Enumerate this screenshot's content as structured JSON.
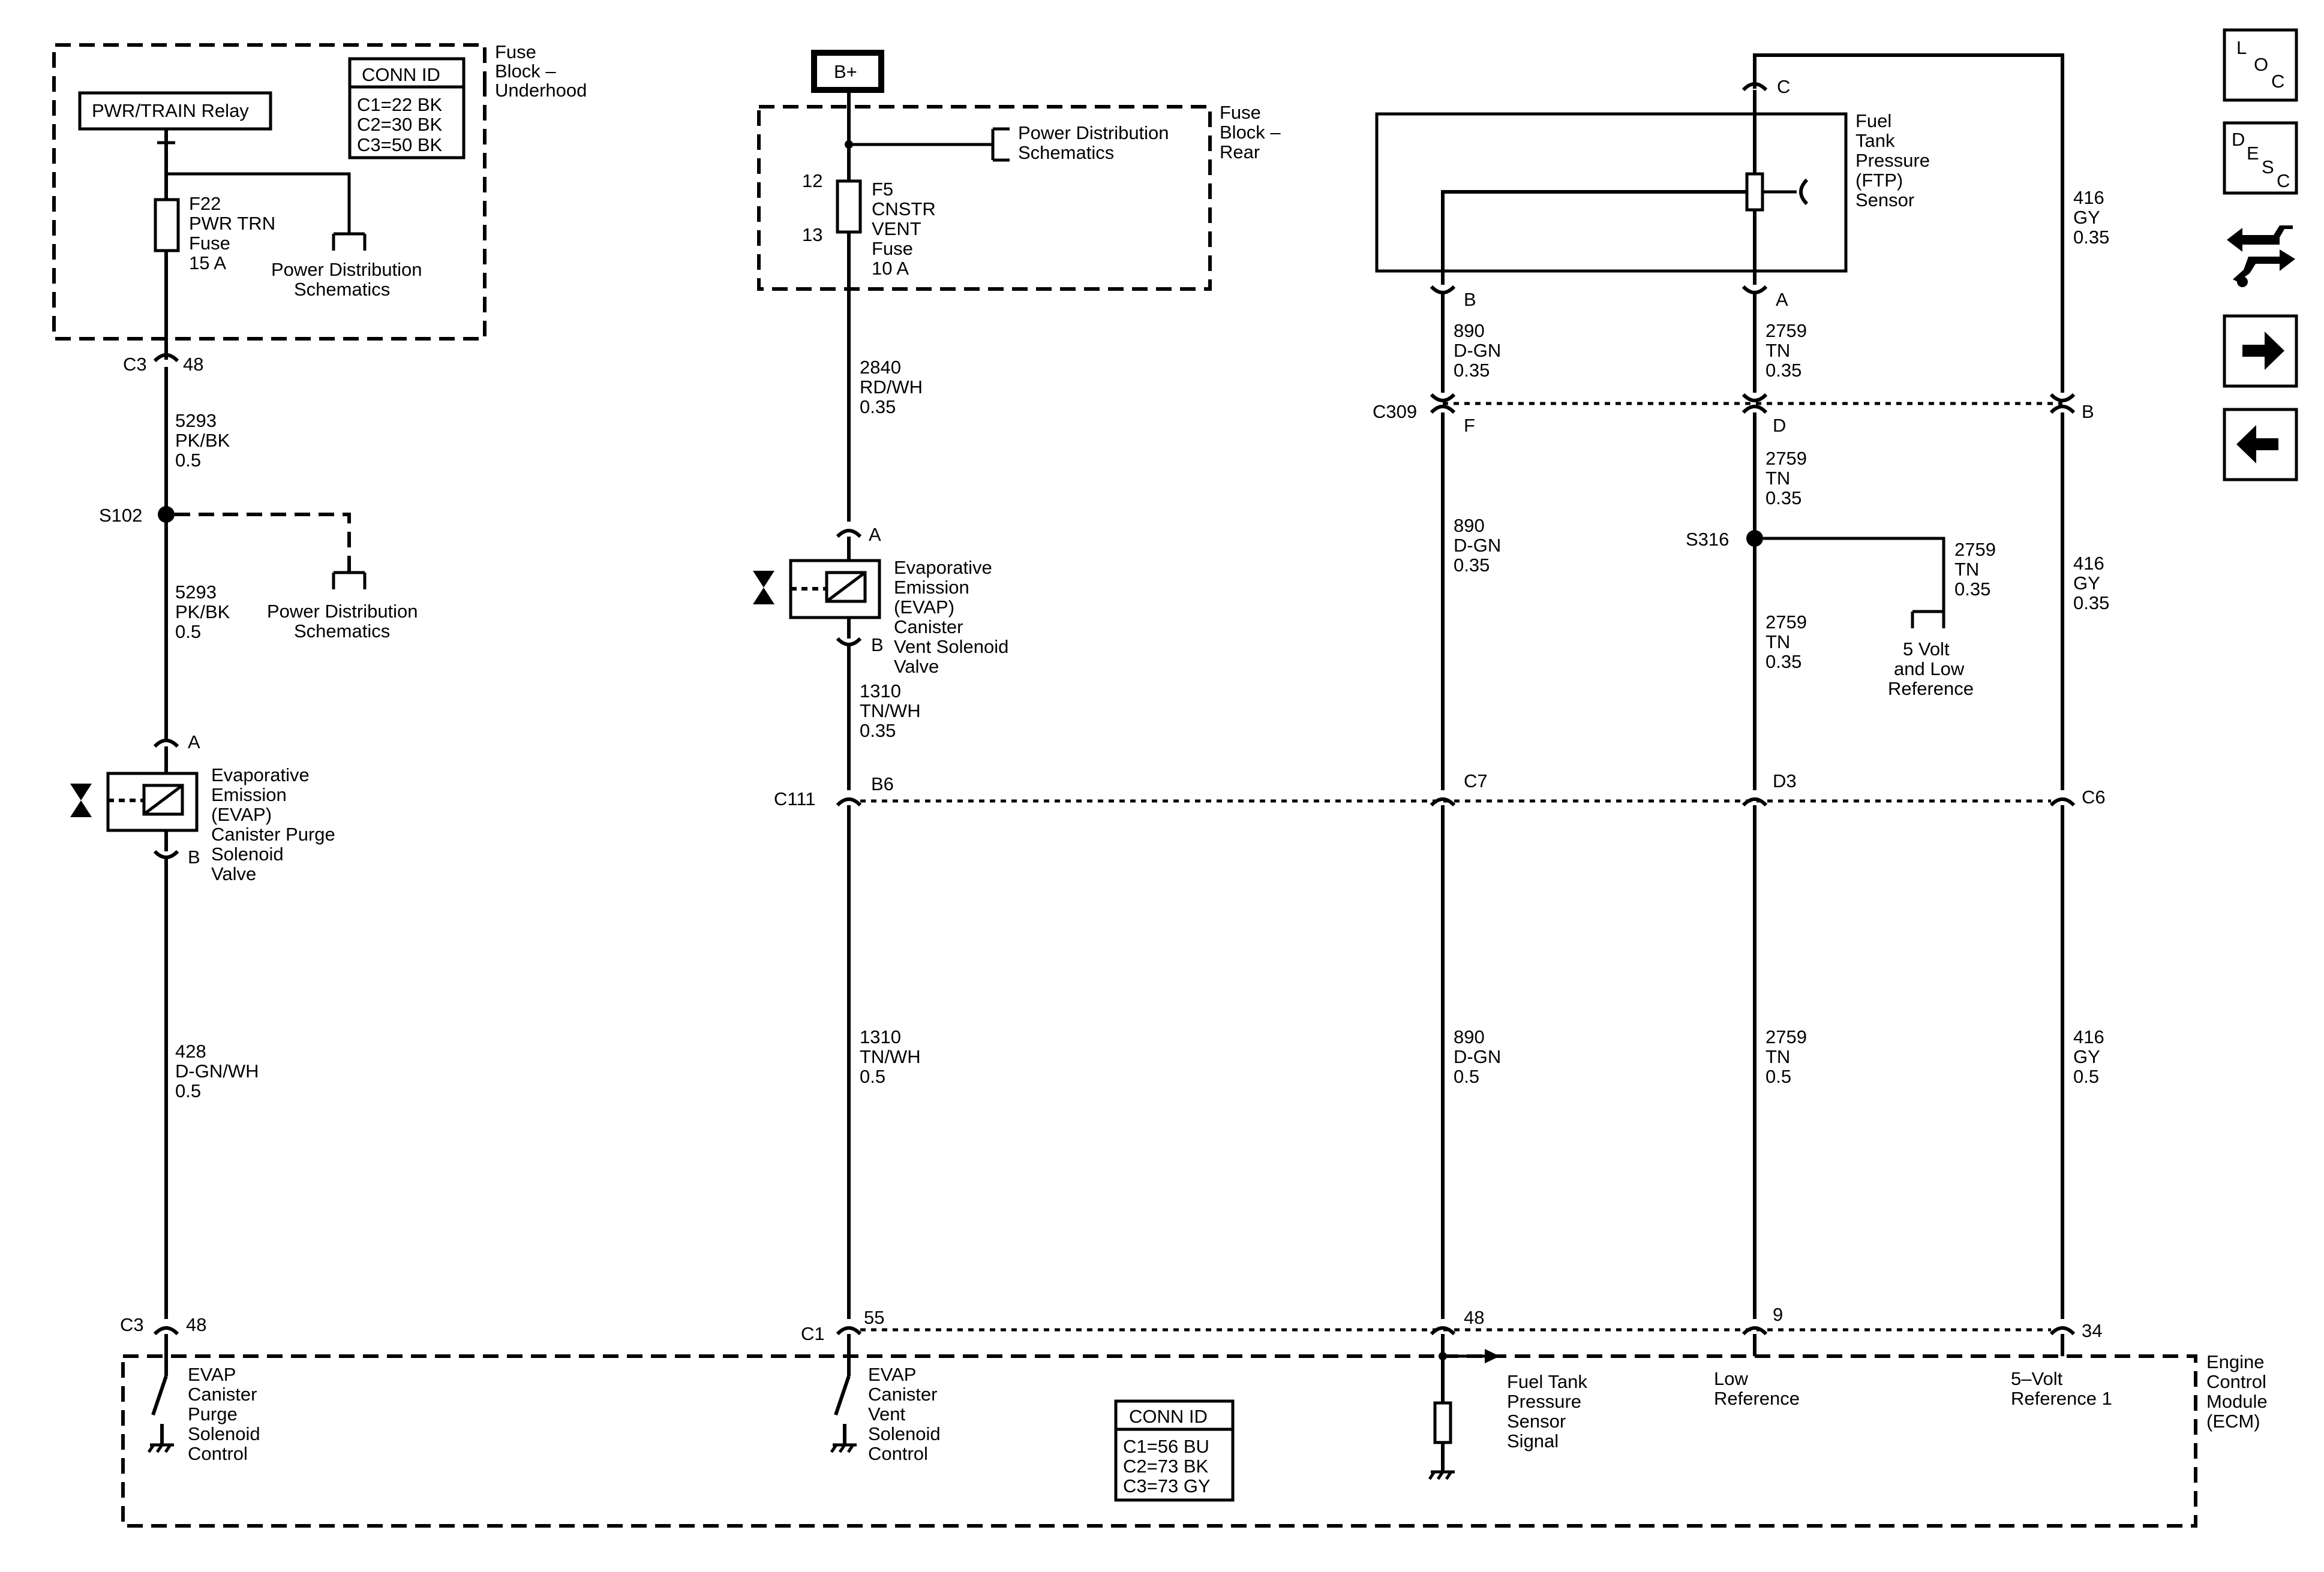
{
  "fuse_block_underhood": {
    "title": [
      "Fuse",
      "Block –",
      "Underhood"
    ],
    "relay": "PWR/TRAIN Relay",
    "fuse": [
      "F22",
      "PWR TRN",
      "Fuse",
      "15 A"
    ],
    "power_dist": [
      "Power Distribution",
      "Schematics"
    ],
    "conn_id": {
      "title": "CONN ID",
      "rows": [
        "C1=22 BK",
        "C2=30 BK",
        "C3=50 BK"
      ]
    }
  },
  "fuse_block_rear": {
    "title": [
      "Fuse",
      "Block –",
      "Rear"
    ],
    "battery": "B+",
    "power_dist": [
      "Power Distribution",
      "Schematics"
    ],
    "pin_top": "12",
    "pin_bottom": "13",
    "fuse": [
      "F5",
      "CNSTR",
      "VENT",
      "Fuse",
      "10 A"
    ]
  },
  "purge_circuit": {
    "c3_top": {
      "conn": "C3",
      "pin": "48"
    },
    "wire1": [
      "5293",
      "PK/BK",
      "0.5"
    ],
    "splice": "S102",
    "splice_power_dist": [
      "Power Distribution",
      "Schematics"
    ],
    "wire2": [
      "5293",
      "PK/BK",
      "0.5"
    ],
    "pin_a": "A",
    "pin_b": "B",
    "valve": [
      "Evaporative",
      "Emission",
      "(EVAP)",
      "Canister Purge",
      "Solenoid",
      "Valve"
    ],
    "wire3": [
      "428",
      "D-GN/WH",
      "0.5"
    ],
    "c3_bottom": {
      "conn": "C3",
      "pin": "48"
    },
    "ecm_label": [
      "EVAP",
      "Canister",
      "Purge",
      "Solenoid",
      "Control"
    ]
  },
  "vent_circuit": {
    "wire1": [
      "2840",
      "RD/WH",
      "0.35"
    ],
    "pin_a": "A",
    "pin_b": "B",
    "valve": [
      "Evaporative",
      "Emission",
      "(EVAP)",
      "Canister",
      "Vent Solenoid",
      "Valve"
    ],
    "wire2": [
      "1310",
      "TN/WH",
      "0.35"
    ],
    "c111": {
      "conn": "C111",
      "pin": "B6"
    },
    "wire3": [
      "1310",
      "TN/WH",
      "0.5"
    ],
    "c1": {
      "conn": "C1",
      "pin": "55"
    },
    "ecm_label": [
      "EVAP",
      "Canister",
      "Vent",
      "Solenoid",
      "Control"
    ]
  },
  "ftp_sensor": {
    "label": [
      "Fuel",
      "Tank",
      "Pressure",
      "(FTP)",
      "Sensor"
    ],
    "pin_c": "C",
    "pin_b": "B",
    "pin_a": "A"
  },
  "signal_circuit": {
    "wire1": [
      "890",
      "D-GN",
      "0.35"
    ],
    "c309": {
      "conn": "C309",
      "pin": "F"
    },
    "wire2": [
      "890",
      "D-GN",
      "0.35"
    ],
    "c111_pin": "C7",
    "wire3": [
      "890",
      "D-GN",
      "0.5"
    ],
    "ecm_pin": "48",
    "ecm_label": [
      "Fuel Tank",
      "Pressure",
      "Sensor",
      "Signal"
    ]
  },
  "low_ref_circuit": {
    "wire1": [
      "2759",
      "TN",
      "0.35"
    ],
    "c309_pin": "D",
    "wire2": [
      "2759",
      "TN",
      "0.35"
    ],
    "splice": "S316",
    "splice_wire": [
      "2759",
      "TN",
      "0.35"
    ],
    "splice_target": [
      "5 Volt",
      "and Low",
      "Reference"
    ],
    "wire3": [
      "2759",
      "TN",
      "0.35"
    ],
    "c111_pin": "D3",
    "wire4": [
      "2759",
      "TN",
      "0.5"
    ],
    "ecm_pin": "9",
    "ecm_label": [
      "Low",
      "Reference"
    ]
  },
  "ref_circuit": {
    "wire1": [
      "416",
      "GY",
      "0.35"
    ],
    "c309_pin": "B",
    "wire2": [
      "416",
      "GY",
      "0.35"
    ],
    "c111_pin": "C6",
    "wire3": [
      "416",
      "GY",
      "0.5"
    ],
    "ecm_pin": "34",
    "ecm_label": [
      "5–Volt",
      "Reference 1"
    ]
  },
  "ecm": {
    "label": [
      "Engine",
      "Control",
      "Module",
      "(ECM)"
    ],
    "conn_id": {
      "title": "CONN ID",
      "rows": [
        "C1=56 BU",
        "C2=73 BK",
        "C3=73 GY"
      ]
    }
  },
  "nav": {
    "loc": [
      "L",
      "O",
      "C"
    ],
    "desc": [
      "D",
      "E",
      "S",
      "C"
    ]
  }
}
